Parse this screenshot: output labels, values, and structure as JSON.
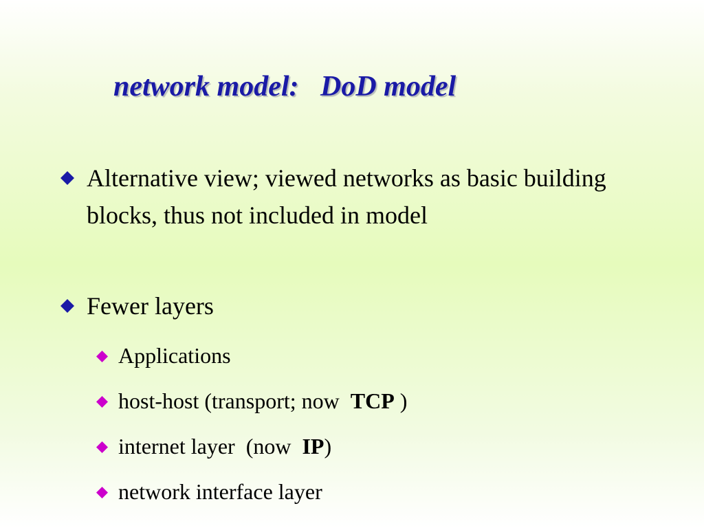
{
  "slide": {
    "title": "network model:   DoD model",
    "bullets": [
      {
        "text": "Alternative view; viewed networks as basic building blocks, thus not included in model",
        "icon": "diamond-bullet",
        "color": "#1a1aa6"
      },
      {
        "text": "Fewer layers",
        "icon": "diamond-bullet",
        "color": "#1a1aa6"
      }
    ],
    "sub_bullets": [
      {
        "pre": "Applications",
        "strong": "",
        "post": "",
        "icon": "diamond-bullet",
        "color": "#cc00cc"
      },
      {
        "pre": "host-host (transport; now  ",
        "strong": "TCP",
        "post": " )",
        "icon": "diamond-bullet",
        "color": "#cc00cc"
      },
      {
        "pre": "internet layer  (now  ",
        "strong": "IP",
        "post": ")",
        "icon": "diamond-bullet",
        "color": "#cc00cc"
      },
      {
        "pre": "network interface layer",
        "strong": "",
        "post": "",
        "icon": "diamond-bullet",
        "color": "#cc00cc"
      }
    ]
  }
}
